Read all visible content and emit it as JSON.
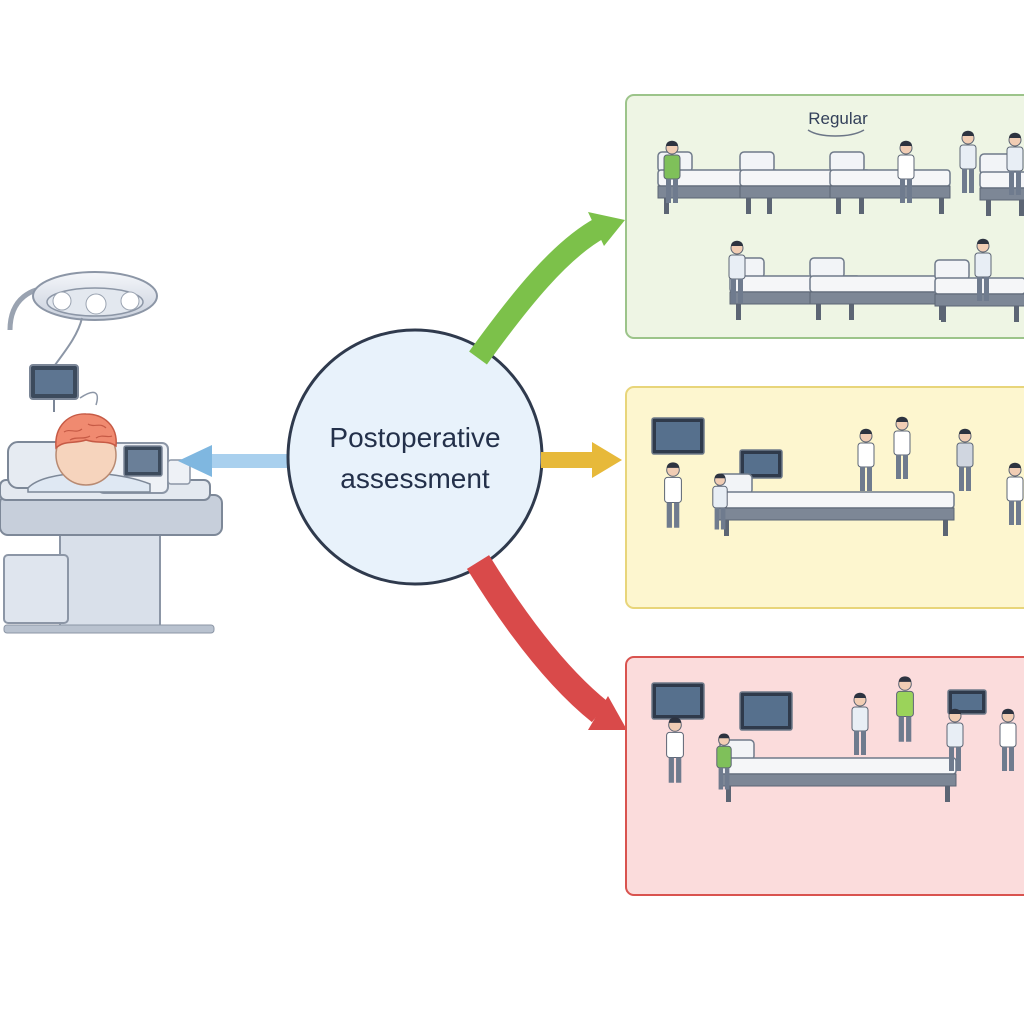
{
  "center_node": {
    "label_line1": "Postoperative",
    "label_line2": "assessment"
  },
  "panels": [
    {
      "id": "regular",
      "title": "Regular",
      "fill": "#eef5e4",
      "stroke": "#9cc48a"
    },
    {
      "id": "moderate",
      "title": "",
      "fill": "#fdf6cf",
      "stroke": "#e8d57a"
    },
    {
      "id": "intensive",
      "title": "",
      "fill": "#fbdcdc",
      "stroke": "#d9534f"
    }
  ],
  "arrows": {
    "to_patient": "#7fb7e0",
    "to_regular": "#7cc14a",
    "to_moderate": "#e7b93a",
    "to_intensive": "#d94a4a"
  },
  "icons": [
    "surgical-light-icon",
    "brain-icon",
    "monitor-icon",
    "hospital-bed-icon",
    "staff-person-icon"
  ]
}
